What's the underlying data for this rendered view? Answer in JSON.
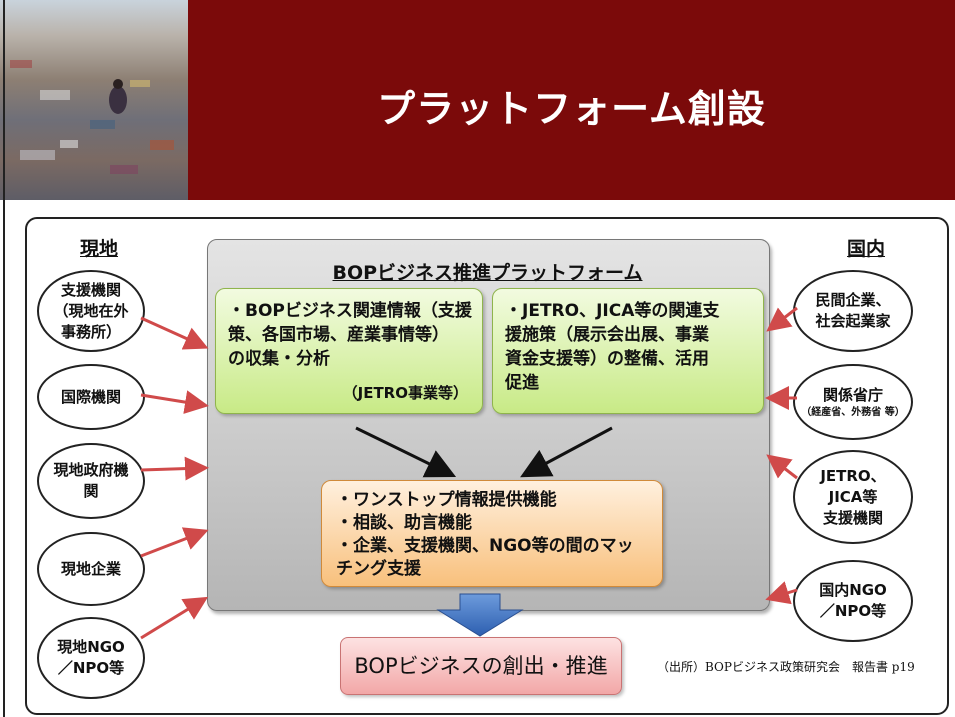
{
  "header": {
    "title": "プラットフォーム創設"
  },
  "columns": {
    "left": "現地",
    "right": "国内"
  },
  "platform": {
    "title": "BOPビジネス推進プラットフォーム",
    "box_left": {
      "text": "・BOPビジネス関連情報（支援\n策、各国市場、産業事情等）\nの収集・分析",
      "note": "（JETRO事業等）"
    },
    "box_right": {
      "text": "・JETRO、JICA等の関連支\n援施策（展示会出展、事業\n資金支援等）の整備、活用\n促進"
    },
    "center": {
      "text": "・ワンストップ情報提供機能\n・相談、助言機能\n・企業、支援機関、NGO等の間のマッ\nチング支援"
    }
  },
  "left_entities": [
    "支援機関\n（現地在外\n事務所）",
    "国際機関",
    "現地政府機\n関",
    "現地企業",
    "現地NGO\n／NPO等"
  ],
  "right_entities": {
    "e1": "民間企業、\n社会起業家",
    "e2": "関係省庁",
    "e2_sub": "（経産省、外務省 等）",
    "e3": "JETRO、\nJICA等\n支援機関",
    "e4": "国内NGO\n／NPO等"
  },
  "result": "BOPビジネスの創出・推進",
  "source": "（出所）BOPビジネス政策研究会　報告書 p19",
  "colors": {
    "header": "#7b0a0a",
    "arrow_red": "#d04a4a",
    "arrow_blue": "#3b6fc2"
  }
}
